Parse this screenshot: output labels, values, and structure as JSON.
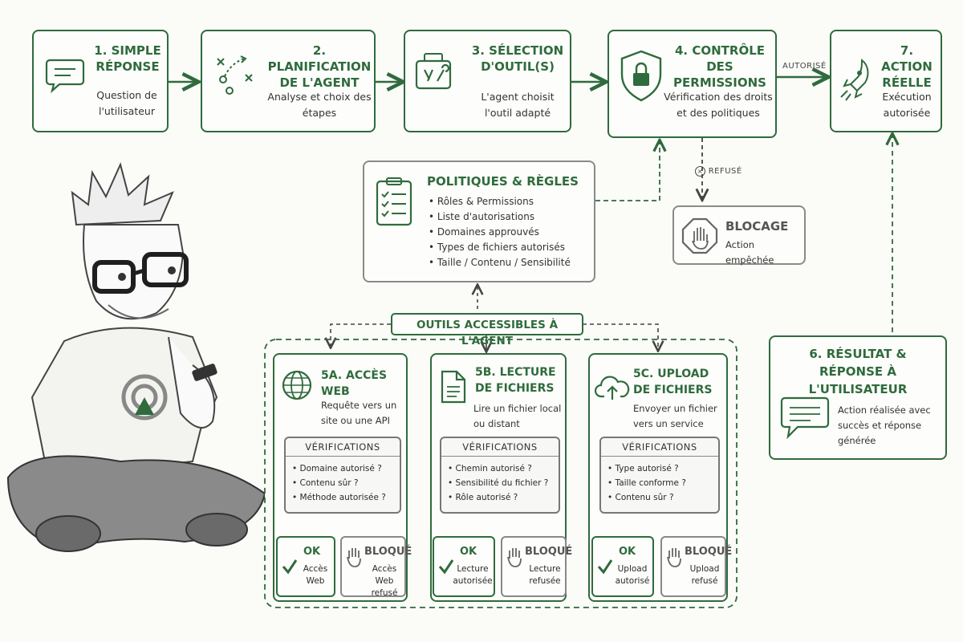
{
  "steps": {
    "s1": {
      "title": "1. SIMPLE RÉPONSE",
      "desc": "Question de l'utilisateur"
    },
    "s2": {
      "title": "2. PLANIFICATION DE L'AGENT",
      "desc": "Analyse et choix des étapes"
    },
    "s3": {
      "title": "3. SÉLECTION D'OUTIL(S)",
      "desc": "L'agent choisit l'outil adapté"
    },
    "s4": {
      "title": "4. CONTRÔLE DES PERMISSIONS",
      "desc": "Vérification des droits et des politiques"
    },
    "s7": {
      "title": "7. ACTION RÉELLE",
      "desc": "Exécution autorisée"
    },
    "s6": {
      "title": "6. RÉSULTAT & RÉPONSE À L'UTILISATEUR",
      "desc": "Action réalisée avec succès et réponse générée"
    }
  },
  "labels": {
    "autorise": "AUTORISÉ",
    "refuse": "REFUSÉ"
  },
  "blocage": {
    "title": "BLOCAGE",
    "desc": "Action empêchée"
  },
  "policies": {
    "title": "POLITIQUES & RÈGLES",
    "items": [
      "Rôles & Permissions",
      "Liste d'autorisations",
      "Domaines approuvés",
      "Types de fichiers autorisés",
      "Taille / Contenu / Sensibilité"
    ]
  },
  "tools_label": "OUTILS ACCESSIBLES À L'AGENT",
  "tools": [
    {
      "title": "5A. ACCÈS WEB",
      "desc": "Requête vers un site ou une API",
      "checks_title": "VÉRIFICATIONS",
      "checks": [
        "Domaine autorisé ?",
        "Contenu sûr ?",
        "Méthode autorisée ?"
      ],
      "ok_title": "OK",
      "ok_desc": "Accès Web",
      "blocked_title": "BLOQUÉ",
      "blocked_desc": "Accès Web refusé"
    },
    {
      "title": "5B. LECTURE DE FICHIERS",
      "desc": "Lire un fichier local ou distant",
      "checks_title": "VÉRIFICATIONS",
      "checks": [
        "Chemin autorisé ?",
        "Sensibilité du fichier ?",
        "Rôle autorisé ?"
      ],
      "ok_title": "OK",
      "ok_desc": "Lecture autorisée",
      "blocked_title": "BLOQUÉ",
      "blocked_desc": "Lecture refusée"
    },
    {
      "title": "5C. UPLOAD DE FICHIERS",
      "desc": "Envoyer un fichier vers un service",
      "checks_title": "VÉRIFICATIONS",
      "checks": [
        "Type autorisé ?",
        "Taille conforme ?",
        "Contenu sûr ?"
      ],
      "ok_title": "OK",
      "ok_desc": "Upload autorisé",
      "blocked_title": "BLOQUÉ",
      "blocked_desc": "Upload refusé"
    }
  ],
  "colors": {
    "green": "#2f6b3d",
    "gray": "#8a8a8a",
    "background": "#fbfbf8"
  },
  "icons": [
    "speech-bubble-icon",
    "strategy-plan-icon",
    "toolbox-icon",
    "shield-lock-icon",
    "rocket-icon",
    "clipboard-checklist-icon",
    "stop-hand-icon",
    "globe-icon",
    "document-icon",
    "cloud-upload-icon",
    "checkmark-icon",
    "hand-icon",
    "person-illustration"
  ]
}
